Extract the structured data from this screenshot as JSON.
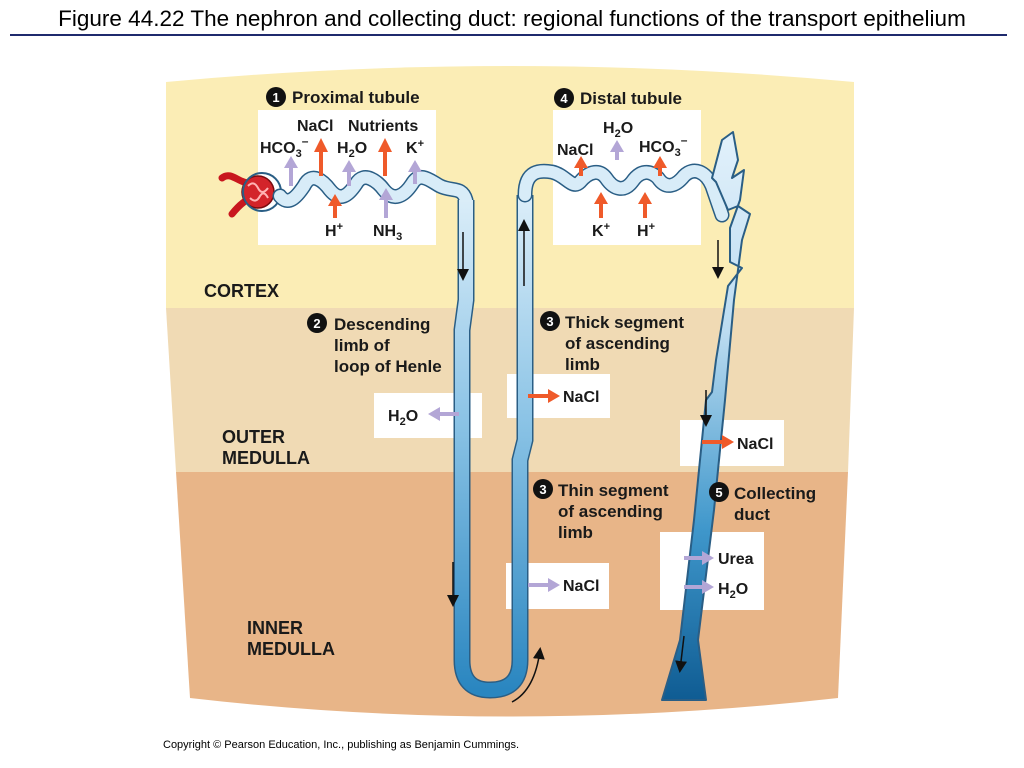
{
  "title": "Figure 44.22  The nephron and collecting duct: regional functions of the transport epithelium",
  "copyright": "Copyright © Pearson Education, Inc., publishing as Benjamin Cummings.",
  "regions": {
    "cortex": "CORTEX",
    "outer_medulla_1": "OUTER",
    "outer_medulla_2": "MEDULLA",
    "inner_medulla_1": "INNER",
    "inner_medulla_2": "MEDULLA"
  },
  "segments": {
    "proximal": {
      "num": "1",
      "label": "Proximal tubule"
    },
    "distal": {
      "num": "4",
      "label": "Distal tubule"
    },
    "descending": {
      "num": "2",
      "line1": "Descending",
      "line2": "limb of",
      "line3": "loop of Henle"
    },
    "thick": {
      "num": "3",
      "line1": "Thick segment",
      "line2": "of ascending",
      "line3": "limb"
    },
    "thin": {
      "num": "3",
      "line1": "Thin segment",
      "line2": "of ascending",
      "line3": "limb"
    },
    "collecting": {
      "num": "5",
      "line1": "Collecting",
      "line2": "duct"
    }
  },
  "substances": {
    "proximal_top": {
      "hco3": "HCO",
      "hco3_sub": "3",
      "hco3_sup": "–",
      "nacl": "NaCl",
      "nutrients": "Nutrients",
      "h2o": "H",
      "h2o_sub": "2",
      "h2o_o": "O",
      "k": "K",
      "k_sup": "+"
    },
    "proximal_bottom": {
      "h": "H",
      "h_sup": "+",
      "nh3": "NH",
      "nh3_sub": "3"
    },
    "distal_top": {
      "h2o": "H",
      "h2o_sub": "2",
      "h2o_o": "O",
      "nacl": "NaCl",
      "hco3": "HCO",
      "hco3_sub": "3",
      "hco3_sup": "–"
    },
    "distal_bottom": {
      "k": "K",
      "k_sup": "+",
      "h": "H",
      "h_sup": "+"
    },
    "descending_h2o": {
      "h": "H",
      "sub": "2",
      "o": "O"
    },
    "thick_nacl": "NaCl",
    "thin_nacl": "NaCl",
    "collecting_nacl": "NaCl",
    "collecting_urea": "Urea",
    "collecting_h2o": {
      "h": "H",
      "sub": "2",
      "o": "O"
    }
  },
  "colors": {
    "cortex": "#fbedb5",
    "outer_medulla": "#f0dab4",
    "inner_medulla": "#e8b588",
    "active_arrow": "#ef5a2a",
    "passive_arrow": "#b3a6d6",
    "tubule_light": "#d8ecf8",
    "tubule_dark": "#1f7bb5",
    "tubule_outline": "#2a5e85"
  }
}
